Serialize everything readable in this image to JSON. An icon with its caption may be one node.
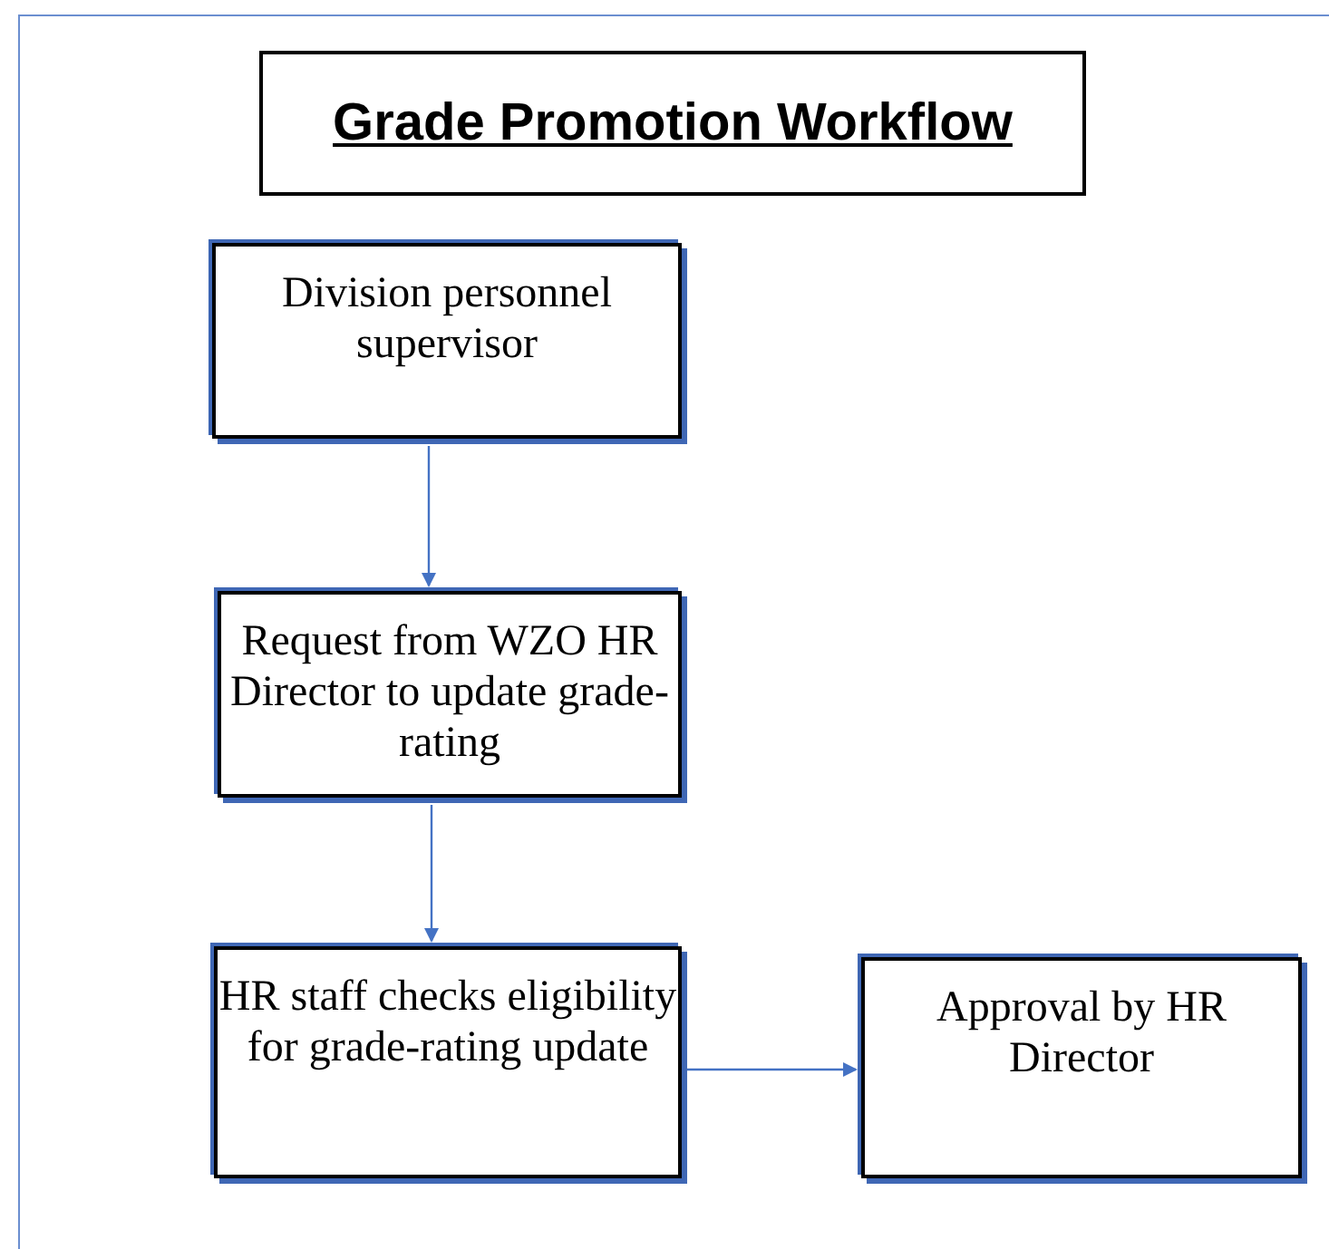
{
  "diagram": {
    "title": "Grade Promotion Workflow",
    "nodes": [
      {
        "text": [
          "Division personnel supervisor"
        ]
      },
      {
        "text": [
          "Request from WZO HR Director to update grade-rating"
        ]
      },
      {
        "text": [
          "HR staff checks eligibility for grade-rating update"
        ]
      },
      {
        "text": [
          "Approval by HR Director"
        ]
      }
    ],
    "edges": [
      {
        "from": 0,
        "to": 1,
        "arrow": "to"
      },
      {
        "from": 1,
        "to": 2,
        "arrow": "to"
      },
      {
        "from": 2,
        "to": 3,
        "arrow": "to"
      }
    ]
  }
}
